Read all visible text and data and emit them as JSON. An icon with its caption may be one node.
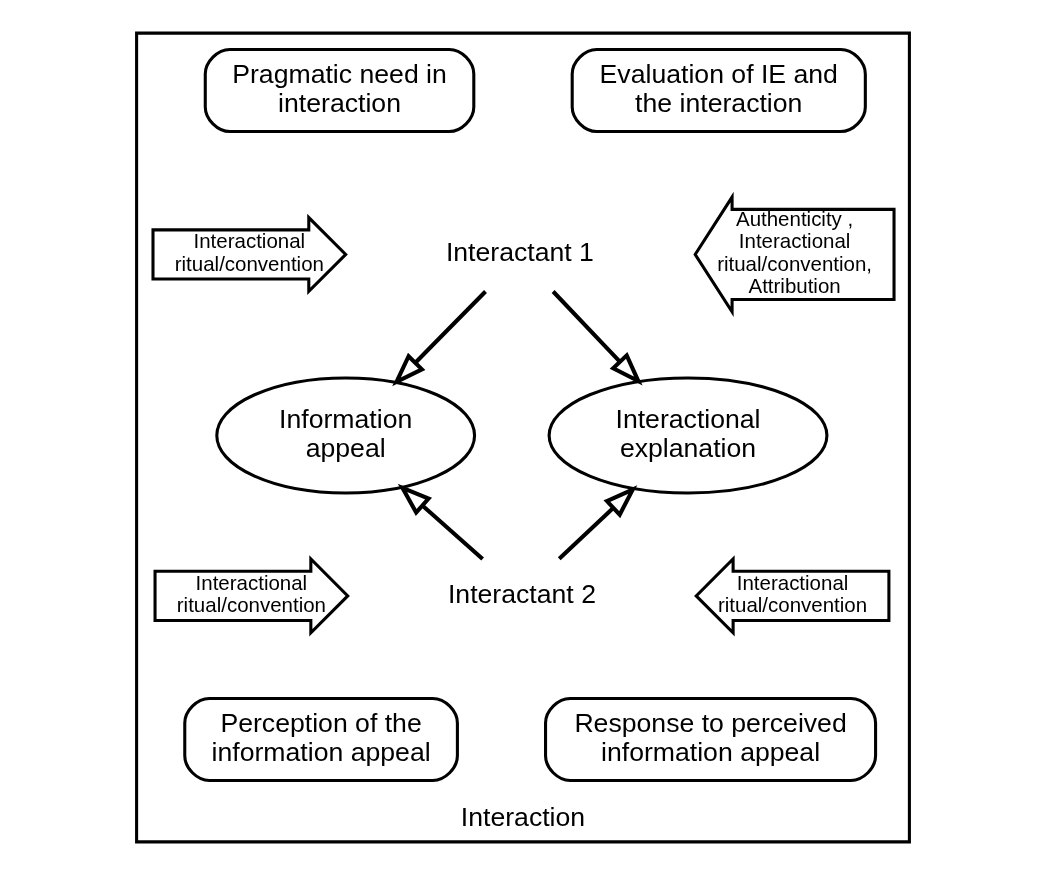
{
  "diagram": {
    "nodes": [
      {
        "text": [
          "Interaction"
        ]
      },
      {
        "text": [
          "Pragmatic need in interaction"
        ],
        "in": 0
      },
      {
        "text": [
          "Evaluation of IE and the interaction"
        ],
        "in": 0
      },
      {
        "text": [
          "Interactant 1"
        ],
        "in": 0
      },
      {
        "text": [
          "Interactional ritual/convention"
        ],
        "in": 0
      },
      {
        "text": [
          "Authenticity , Interactional ritual/convention, Attribution"
        ],
        "in": 0
      },
      {
        "text": [
          "Information appeal"
        ],
        "in": 0
      },
      {
        "text": [
          "Interactional explanation"
        ],
        "in": 0
      },
      {
        "text": [
          "Interactional ritual/convention"
        ],
        "in": 0
      },
      {
        "text": [
          "Interactional ritual/convention"
        ],
        "in": 0
      },
      {
        "text": [
          "Interactant 2"
        ],
        "in": 0
      },
      {
        "text": [
          "Perception of the information appeal"
        ],
        "in": 0
      },
      {
        "text": [
          "Response to perceived information appeal"
        ],
        "in": 0
      }
    ],
    "edges": [
      {
        "from": 3,
        "to": 6,
        "arrow": "to"
      },
      {
        "from": 3,
        "to": 7,
        "arrow": "to"
      },
      {
        "from": 10,
        "to": 6,
        "arrow": "to"
      },
      {
        "from": 10,
        "to": 7,
        "arrow": "to"
      }
    ]
  }
}
